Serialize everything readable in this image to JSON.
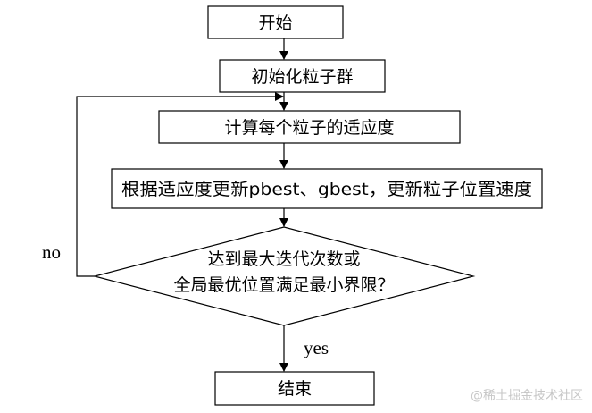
{
  "flowchart": {
    "start": "开始",
    "init": "初始化粒子群",
    "fitness": "计算每个粒子的适应度",
    "update": "根据适应度更新pbest、gbest，更新粒子位置速度",
    "decision_line1": "达到最大迭代次数或",
    "decision_line2": "全局最优位置满足最小界限？",
    "no_label": "no",
    "yes_label": "yes",
    "end": "结束"
  },
  "watermark": "@稀土掘金技术社区"
}
